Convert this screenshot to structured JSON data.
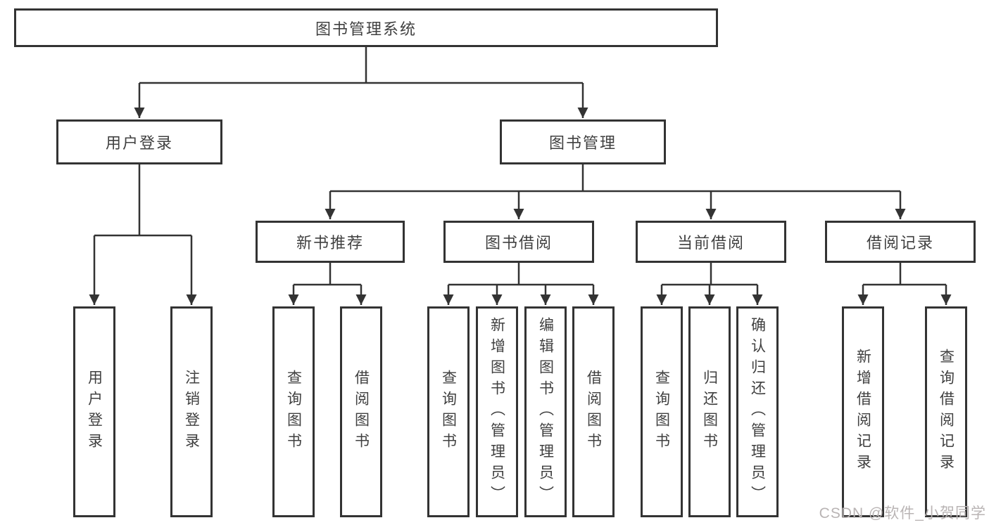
{
  "diagram": {
    "title": "图书管理系统",
    "level2": {
      "user_login": "用户登录",
      "book_management": "图书管理"
    },
    "level3": {
      "new_book_recommend": "新书推荐",
      "book_borrow": "图书借阅",
      "current_borrow": "当前借阅",
      "borrow_records": "借阅记录"
    },
    "leaves": {
      "user_login_action": "用户登录",
      "logout_action": "注销登录",
      "recommend_query_books": "查询图书",
      "recommend_borrow_books": "借阅图书",
      "borrow_query_books": "查询图书",
      "borrow_add_books_admin": "新增图书（管理员）",
      "borrow_edit_books_admin": "编辑图书（管理员）",
      "borrow_borrow_books": "借阅图书",
      "current_query_books": "查询图书",
      "current_return_books": "归还图书",
      "current_confirm_return_admin": "确认归还（管理员）",
      "records_add_record": "新增借阅记录",
      "records_query_record": "查询借阅记录"
    }
  },
  "watermark": "CSDN @软件_小贺同学",
  "colors": {
    "line": "#333333",
    "text": "#404040",
    "background": "#ffffff",
    "watermark": "#b9b4b4"
  }
}
